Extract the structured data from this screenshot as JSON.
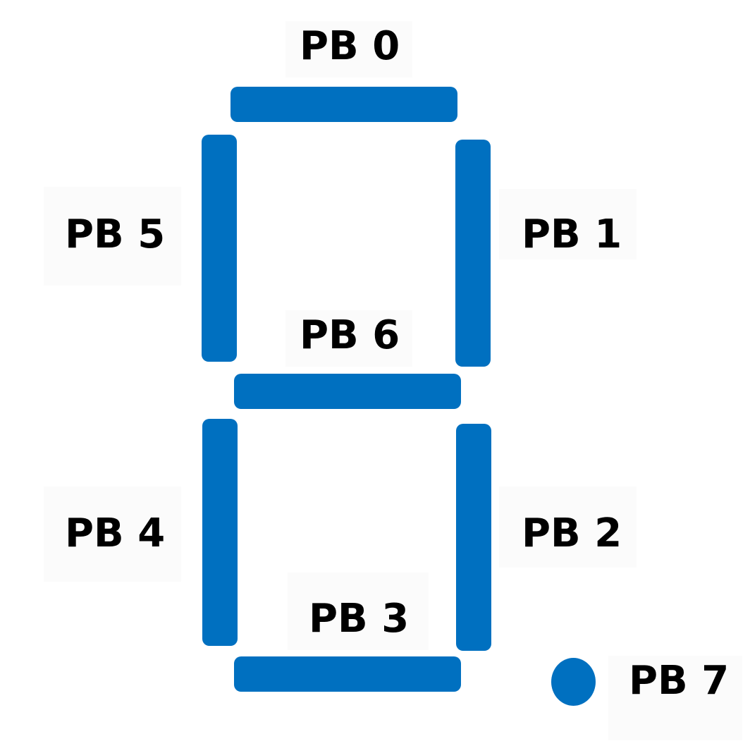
{
  "segment_color": "#0070C0",
  "background_color": "#FFFFFF",
  "text_color": "#000000",
  "segments": {
    "a": {
      "label": "PB 0"
    },
    "b": {
      "label": "PB 1"
    },
    "c": {
      "label": "PB 2"
    },
    "d": {
      "label": "PB 3"
    },
    "e": {
      "label": "PB 4"
    },
    "f": {
      "label": "PB 5"
    },
    "g": {
      "label": "PB 6"
    },
    "dp": {
      "label": "PB 7"
    }
  }
}
